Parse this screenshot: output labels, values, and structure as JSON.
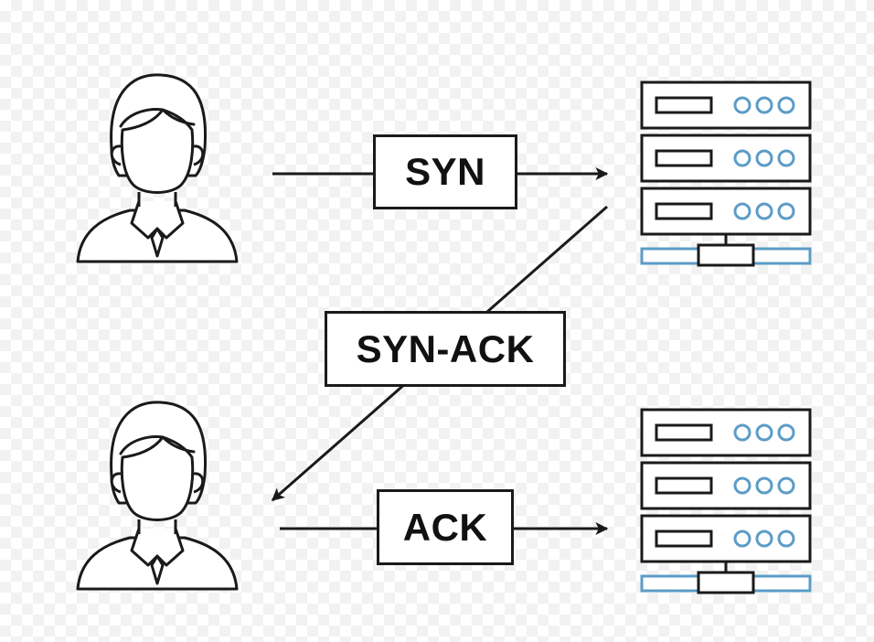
{
  "messages": {
    "syn": "SYN",
    "syn_ack": "SYN-ACK",
    "ack": "ACK"
  },
  "icons": {
    "client": "person-icon",
    "server": "server-rack-icon"
  },
  "colors": {
    "stroke": "#1a1a1a",
    "server_accent": "#5b9cc7"
  }
}
